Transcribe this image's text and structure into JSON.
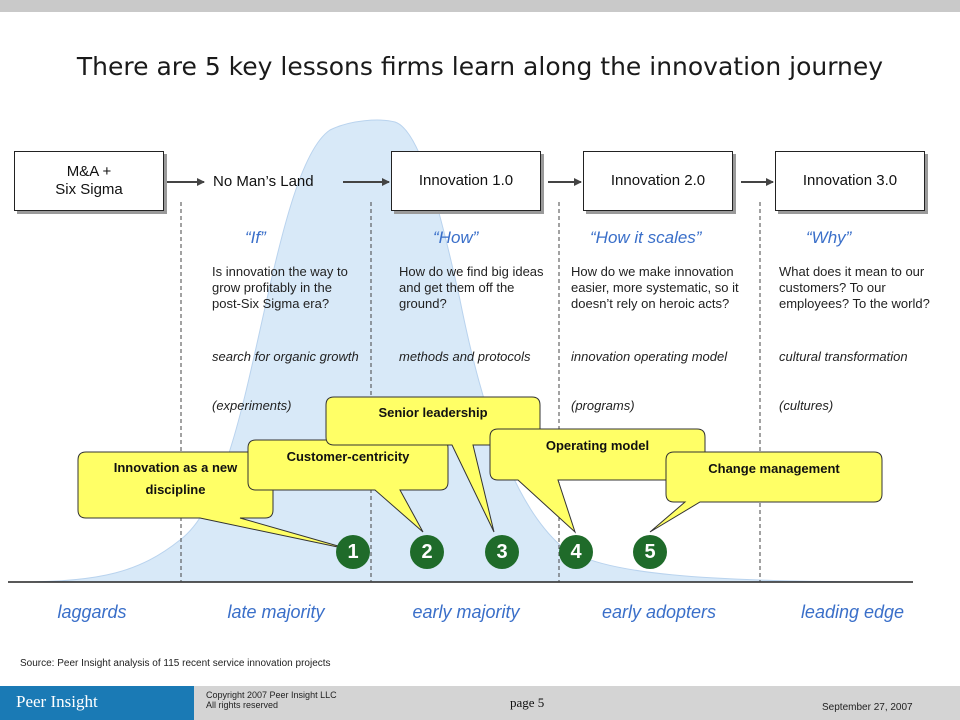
{
  "title": "There are 5 key lessons firms learn along the innovation journey",
  "stages": [
    {
      "label_lines": [
        "M&A +",
        "Six Sigma"
      ],
      "boxed": true
    },
    {
      "label_lines": [
        "No Man’s Land"
      ],
      "boxed": false
    },
    {
      "label_lines": [
        "Innovation 1.0"
      ],
      "boxed": true
    },
    {
      "label_lines": [
        "Innovation 2.0"
      ],
      "boxed": true
    },
    {
      "label_lines": [
        "Innovation 3.0"
      ],
      "boxed": true
    }
  ],
  "columns": [
    {
      "quote": "“If”",
      "question": "Is innovation the way to grow profitably in the post-Six Sigma era?",
      "focus": "search for organic growth",
      "vehicle": "(experiments)"
    },
    {
      "quote": "“How”",
      "question": "How do we find big ideas and get them off the ground?",
      "focus": "methods and protocols",
      "vehicle": ""
    },
    {
      "quote": "“How it scales”",
      "question": "How do we make innovation easier, more systematic, so it doesn’t rely on heroic acts?",
      "focus": "innovation operating model",
      "vehicle": "(programs)"
    },
    {
      "quote": "“Why”",
      "question": "What does it mean to our customers? To our employees? To the world?",
      "focus": "cultural transformation",
      "vehicle": "(cultures)"
    }
  ],
  "lessons": [
    {
      "number": "1",
      "callout_lines": [
        "Innovation  as a new",
        "discipline"
      ]
    },
    {
      "number": "2",
      "callout_lines": [
        "Customer-centricity"
      ]
    },
    {
      "number": "3",
      "callout_lines": [
        "Senior  leadership"
      ]
    },
    {
      "number": "4",
      "callout_lines": [
        "Operating  model"
      ]
    },
    {
      "number": "5",
      "callout_lines": [
        "Change  management"
      ]
    }
  ],
  "segments": [
    "laggards",
    "late majority",
    "early majority",
    "early adopters",
    "leading edge"
  ],
  "source": "Source: Peer Insight analysis of 115 recent service innovation projects",
  "footer": {
    "brand": "Peer Insight",
    "copyright_lines": [
      "Copyright 2007 Peer Insight LLC",
      "All rights reserved"
    ],
    "page": "page 5",
    "date": "September 27, 2007"
  },
  "colors": {
    "curve_fill": "#d8e9f8",
    "accent_text": "#3a6fc9",
    "callout_fill": "#ffff66",
    "lesson_circle": "#1f6b2a",
    "brand_bar": "#1a7ab5"
  }
}
